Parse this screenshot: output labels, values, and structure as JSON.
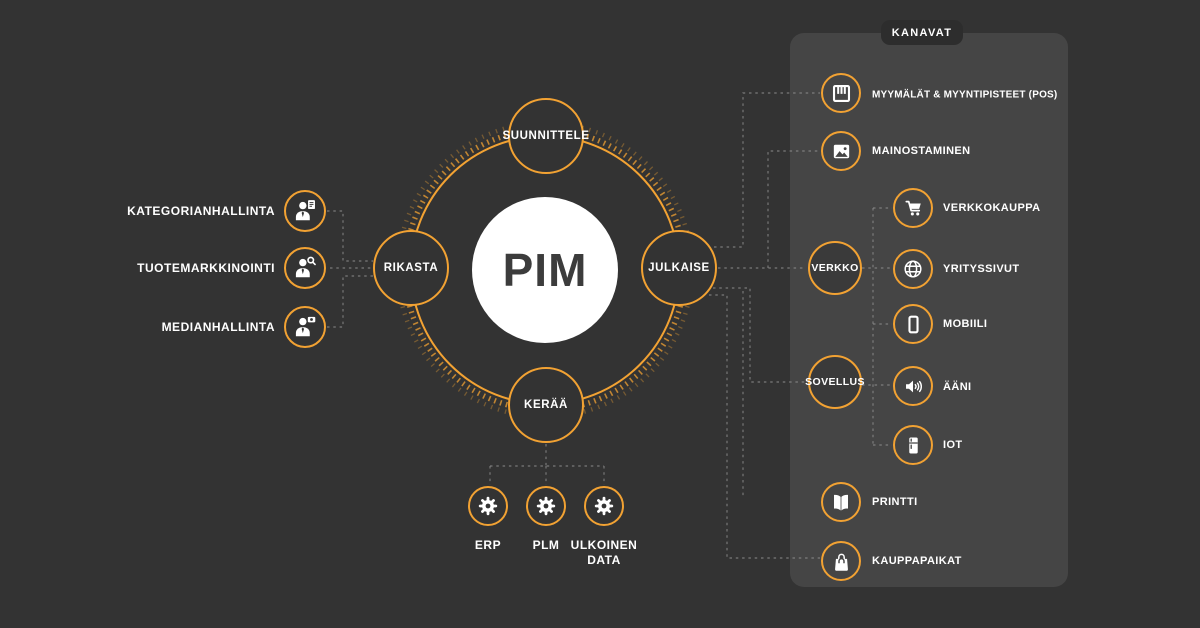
{
  "colors": {
    "background": "#333333",
    "panel": "#454545",
    "accent": "#F2A233",
    "text": "#FFFFFF",
    "hub_text": "#3C3C3C"
  },
  "hub": {
    "label": "PIM"
  },
  "cycle": {
    "top": "SUUNNITTELE",
    "right": "JULKAISE",
    "bottom": "KERÄÄ",
    "left": "RIKASTA"
  },
  "inputs": [
    {
      "label": "KATEGORIANHALLINTA",
      "icon": "person-document-icon"
    },
    {
      "label": "TUOTEMARKKINOINTI",
      "icon": "person-search-icon"
    },
    {
      "label": "MEDIANHALLINTA",
      "icon": "person-camera-icon"
    }
  ],
  "sources": [
    {
      "label": "ERP",
      "icon": "gear-icon"
    },
    {
      "label": "PLM",
      "icon": "gear-icon"
    },
    {
      "label": "ULKOINEN DATA",
      "icon": "gear-icon"
    }
  ],
  "channels": {
    "tab": "KANAVAT",
    "direct": [
      {
        "label": "MYYMÄLÄT & MYYNTIPISTEET (POS)",
        "icon": "storefront-icon"
      },
      {
        "label": "MAINOSTAMINEN",
        "icon": "image-icon"
      }
    ],
    "groups": [
      {
        "label": "VERKKO",
        "children": [
          {
            "label": "VERKKOKAUPPA",
            "icon": "cart-icon"
          },
          {
            "label": "YRITYSSIVUT",
            "icon": "globe-icon"
          },
          {
            "label": "MOBIILI",
            "icon": "phone-icon"
          }
        ]
      },
      {
        "label": "SOVELLUS",
        "children": [
          {
            "label": "ÄÄNI",
            "icon": "speaker-icon"
          },
          {
            "label": "IOT",
            "icon": "appliance-icon"
          }
        ]
      }
    ],
    "footer": [
      {
        "label": "PRINTTI",
        "icon": "book-icon"
      },
      {
        "label": "KAUPPAPAIKAT",
        "icon": "bag-icon"
      }
    ]
  }
}
